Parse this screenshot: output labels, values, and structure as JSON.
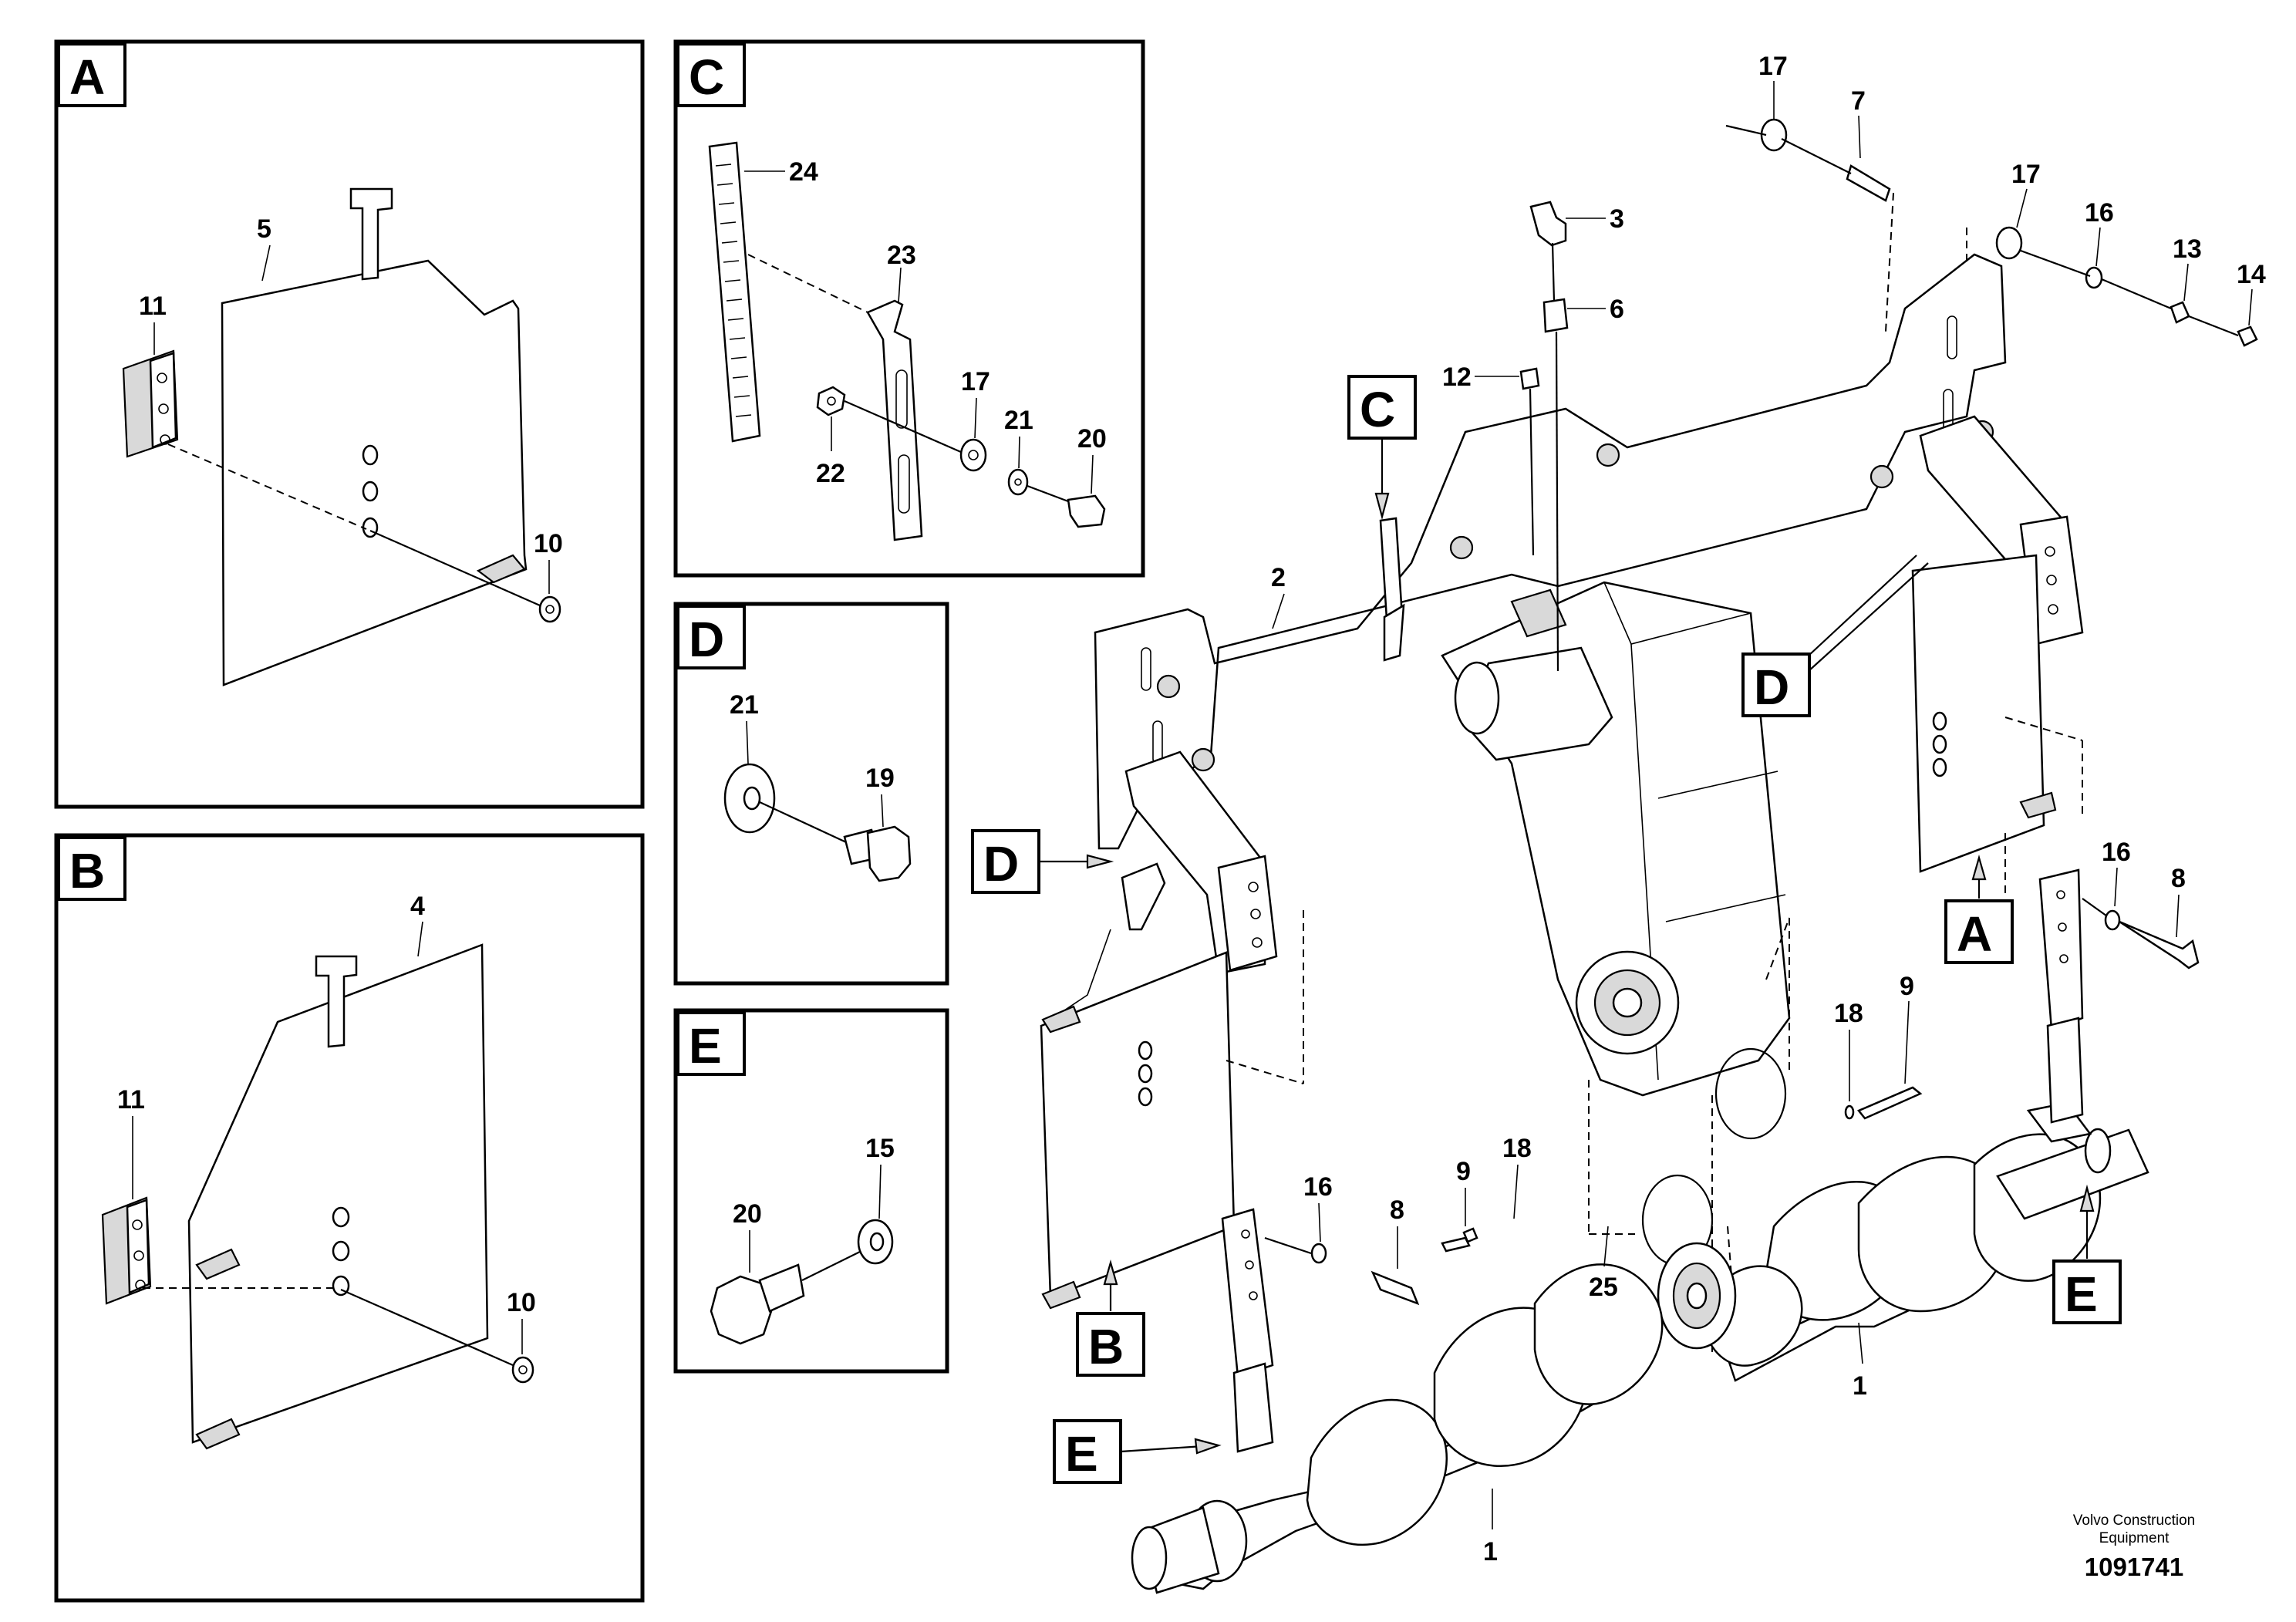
{
  "panels": [
    {
      "id": "A",
      "label": "A"
    },
    {
      "id": "B",
      "label": "B"
    },
    {
      "id": "C",
      "label": "C"
    },
    {
      "id": "D",
      "label": "D"
    },
    {
      "id": "E",
      "label": "E"
    }
  ],
  "main_view_tags": [
    "C",
    "D",
    "D",
    "A",
    "B",
    "E",
    "E"
  ],
  "part_numbers": {
    "panel_a": [
      "5",
      "11",
      "10"
    ],
    "panel_b": [
      "4",
      "11",
      "10"
    ],
    "panel_c": [
      "24",
      "23",
      "17",
      "21",
      "20",
      "22"
    ],
    "panel_d": [
      "21",
      "19"
    ],
    "panel_e": [
      "15",
      "20"
    ],
    "main": [
      "17",
      "7",
      "17",
      "16",
      "13",
      "14",
      "3",
      "6",
      "12",
      "2",
      "16",
      "8",
      "18",
      "9",
      "9",
      "18",
      "16",
      "8",
      "25",
      "1",
      "1"
    ]
  },
  "brand": {
    "line1": "Volvo Construction",
    "line2": "Equipment"
  },
  "document_number": "1091741"
}
